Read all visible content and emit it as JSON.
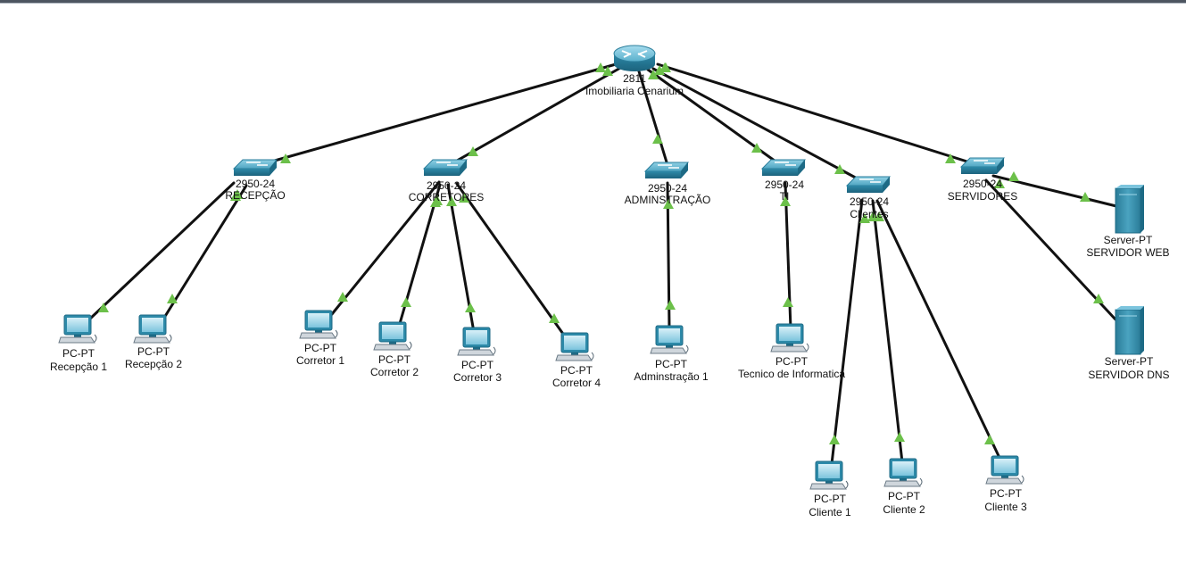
{
  "colors": {
    "cable": "#111111",
    "port": "#6cc04a",
    "device": "#2d8aa9",
    "background": "#ffffff"
  },
  "router": {
    "model": "2811",
    "name": "Imobiliaria Cenarium",
    "icon": "router-icon"
  },
  "switches": [
    {
      "id": "sw-recepcao",
      "model": "2950-24",
      "name": "RECEPÇÃO",
      "icon": "switch-icon"
    },
    {
      "id": "sw-corretores",
      "model": "2950-24",
      "name": "CORRETORES",
      "icon": "switch-icon"
    },
    {
      "id": "sw-admin",
      "model": "2950-24",
      "name": "ADMINSTRAÇÃO",
      "icon": "switch-icon"
    },
    {
      "id": "sw-ti",
      "model": "2950-24",
      "name": "TI",
      "icon": "switch-icon"
    },
    {
      "id": "sw-clientes",
      "model": "2950-24",
      "name": "Clientes",
      "icon": "switch-icon"
    },
    {
      "id": "sw-servidores",
      "model": "2950-24",
      "name": "SERVIDORES",
      "icon": "switch-icon"
    }
  ],
  "pcs": [
    {
      "id": "pc-recepcao-1",
      "model": "PC-PT",
      "name": "Recepção 1",
      "switch": "sw-recepcao",
      "icon": "pc-icon"
    },
    {
      "id": "pc-recepcao-2",
      "model": "PC-PT",
      "name": "Recepção 2",
      "switch": "sw-recepcao",
      "icon": "pc-icon"
    },
    {
      "id": "pc-corretor-1",
      "model": "PC-PT",
      "name": "Corretor 1",
      "switch": "sw-corretores",
      "icon": "pc-icon"
    },
    {
      "id": "pc-corretor-2",
      "model": "PC-PT",
      "name": "Corretor 2",
      "switch": "sw-corretores",
      "icon": "pc-icon"
    },
    {
      "id": "pc-corretor-3",
      "model": "PC-PT",
      "name": "Corretor 3",
      "switch": "sw-corretores",
      "icon": "pc-icon"
    },
    {
      "id": "pc-corretor-4",
      "model": "PC-PT",
      "name": "Corretor 4",
      "switch": "sw-corretores",
      "icon": "pc-icon"
    },
    {
      "id": "pc-admin-1",
      "model": "PC-PT",
      "name": "Adminstração 1",
      "switch": "sw-admin",
      "icon": "pc-icon"
    },
    {
      "id": "pc-tecnico",
      "model": "PC-PT",
      "name": "Tecnico de Informatica",
      "switch": "sw-ti",
      "icon": "pc-icon"
    },
    {
      "id": "pc-cliente-1",
      "model": "PC-PT",
      "name": "Cliente 1",
      "switch": "sw-clientes",
      "icon": "pc-icon"
    },
    {
      "id": "pc-cliente-2",
      "model": "PC-PT",
      "name": "Cliente 2",
      "switch": "sw-clientes",
      "icon": "pc-icon"
    },
    {
      "id": "pc-cliente-3",
      "model": "PC-PT",
      "name": "Cliente 3",
      "switch": "sw-clientes",
      "icon": "pc-icon"
    }
  ],
  "servers": [
    {
      "id": "srv-web",
      "model": "Server-PT",
      "name": "SERVIDOR WEB",
      "switch": "sw-servidores",
      "icon": "server-icon"
    },
    {
      "id": "srv-dns",
      "model": "Server-PT",
      "name": "SERVIDOR DNS",
      "switch": "sw-servidores",
      "icon": "server-icon"
    }
  ]
}
